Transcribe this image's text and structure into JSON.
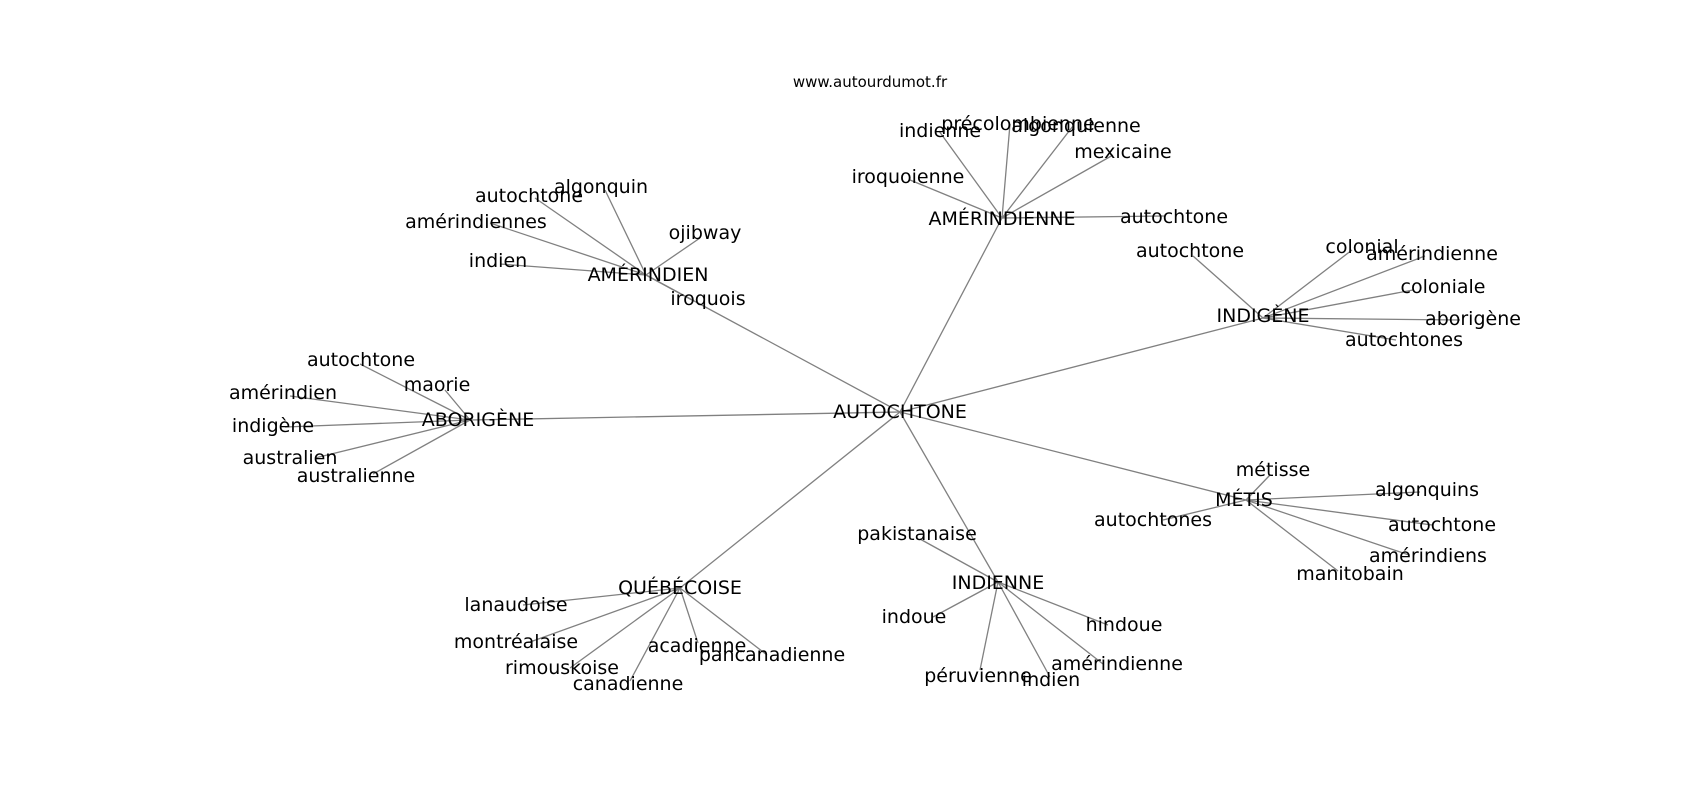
{
  "header": {
    "site": "www.autourdumot.fr"
  },
  "graph": {
    "root": "AUTOCHTONE",
    "hubs": [
      {
        "label": "AMÉRINDIENNE",
        "leaves": [
          "précolombienne",
          "algonquienne",
          "indienne",
          "mexicaine",
          "iroquoienne",
          "autochtone"
        ]
      },
      {
        "label": "AMÉRINDIEN",
        "leaves": [
          "algonquin",
          "autochtone",
          "amérindiennes",
          "ojibway",
          "indien",
          "iroquois"
        ]
      },
      {
        "label": "INDIGÈNE",
        "leaves": [
          "autochtone",
          "colonial",
          "amérindienne",
          "coloniale",
          "aborigène",
          "autochtones"
        ]
      },
      {
        "label": "ABORIGÈNE",
        "leaves": [
          "autochtone",
          "maorie",
          "amérindien",
          "indigène",
          "australien",
          "australienne"
        ]
      },
      {
        "label": "MÉTIS",
        "leaves": [
          "métisse",
          "algonquins",
          "autochtones",
          "autochtone",
          "amérindiens",
          "manitobain"
        ]
      },
      {
        "label": "INDIENNE",
        "leaves": [
          "pakistanaise",
          "indoue",
          "hindoue",
          "amérindienne",
          "péruvienne",
          "indien"
        ]
      },
      {
        "label": "QUÉBÉCOISE",
        "leaves": [
          "lanaudoise",
          "montréalaise",
          "acadienne",
          "pancanadienne",
          "rimouskoise",
          "canadienne"
        ]
      }
    ]
  }
}
